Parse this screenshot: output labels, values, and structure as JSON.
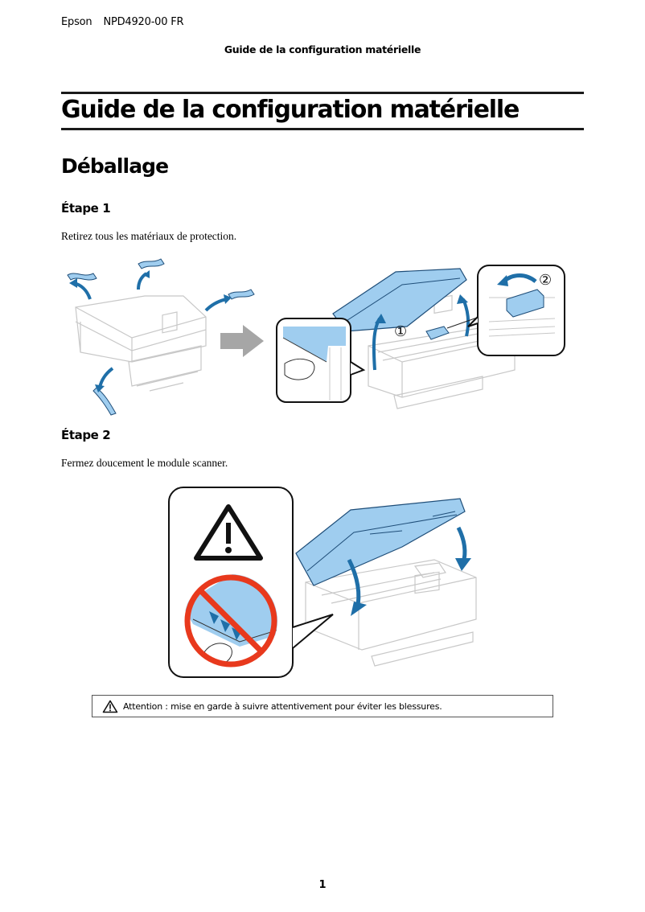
{
  "header": {
    "brand": "Epson",
    "doc_code": "NPD4920-00 FR",
    "running_title": "Guide de la configuration matérielle"
  },
  "document": {
    "title": "Guide de la configuration matérielle",
    "section": {
      "title": "Déballage",
      "steps": [
        {
          "title": "Étape 1",
          "text": "Retirez tous les matériaux de protection.",
          "figure": {
            "description": "Printer with blue protective tapes being removed; arrow to open scanner unit; inset callouts showing lifting the scanner and removing the blue carriage stopper",
            "callout_numbers": [
              "①",
              "②"
            ]
          }
        },
        {
          "title": "Étape 2",
          "text": "Fermez doucement le module scanner.",
          "figure": {
            "description": "Scanner unit being closed with blue arrows; warning inset with caution triangle and prohibition sign over fingers pinched under the scanner"
          }
        }
      ]
    }
  },
  "caution_note": {
    "icon": "warning-triangle-icon",
    "text": "Attention : mise en garde à suivre attentivement pour éviter les blessures."
  },
  "footer": {
    "page_number": "1"
  },
  "colors": {
    "accent_blue": "#1f6fa8",
    "light_blue": "#9fcdef",
    "prohibition_red": "#e8391d",
    "arrow_grey": "#a6a6a6",
    "line_grey": "#c8c8c8"
  }
}
